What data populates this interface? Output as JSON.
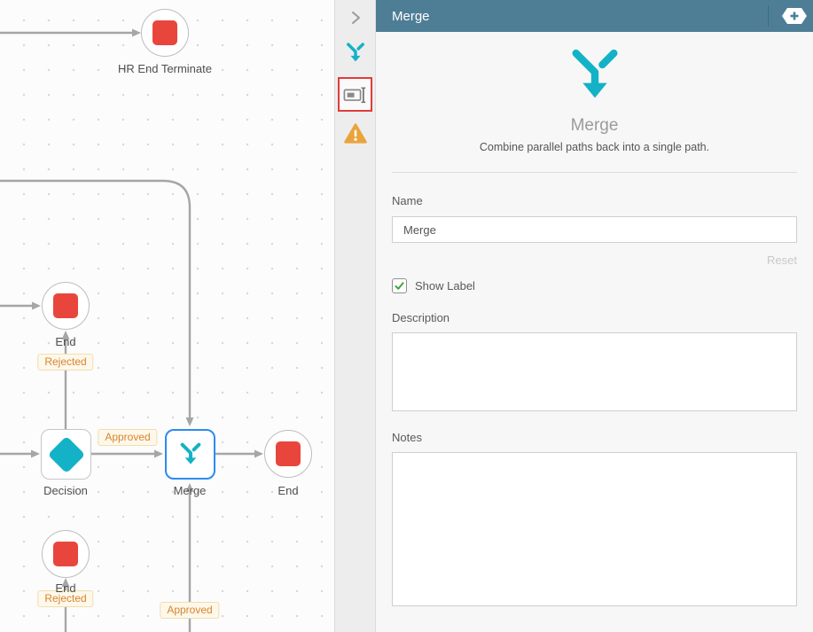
{
  "canvas": {
    "nodes": {
      "hr_end_terminate": {
        "label": "HR End Terminate",
        "type": "end"
      },
      "end_top": {
        "label": "End",
        "type": "end"
      },
      "decision": {
        "label": "Decision",
        "type": "decision"
      },
      "merge": {
        "label": "Merge",
        "type": "merge",
        "selected": true
      },
      "end_right": {
        "label": "End",
        "type": "end"
      },
      "end_bottom": {
        "label": "End",
        "type": "end"
      }
    },
    "badges": {
      "rejected_top": {
        "label": "Rejected"
      },
      "approved_mid": {
        "label": "Approved"
      },
      "rejected_bottom": {
        "label": "Rejected"
      },
      "approved_bottom": {
        "label": "Approved"
      }
    }
  },
  "side_toolbar": {
    "tools": [
      {
        "name": "merge-properties",
        "selected": false
      },
      {
        "name": "rename-label",
        "selected": true
      },
      {
        "name": "warnings",
        "selected": false
      }
    ]
  },
  "panel": {
    "header": {
      "title": "Merge"
    },
    "hero": {
      "title": "Merge",
      "subtitle": "Combine parallel paths back into a single path."
    },
    "form": {
      "name_label": "Name",
      "name_value": "Merge",
      "reset_label": "Reset",
      "show_label_label": "Show Label",
      "show_label_checked": true,
      "description_label": "Description",
      "description_value": "",
      "notes_label": "Notes",
      "notes_value": ""
    }
  },
  "colors": {
    "header_bg": "#4e7e96",
    "teal": "#14b2c6",
    "red": "#e8463d",
    "selection_blue": "#2b8cf0",
    "badge_orange": "#d9842e",
    "warning_orange": "#e9a43c",
    "edge_gray": "#a6a6a6",
    "highlight_red_border": "#e23b3b"
  }
}
